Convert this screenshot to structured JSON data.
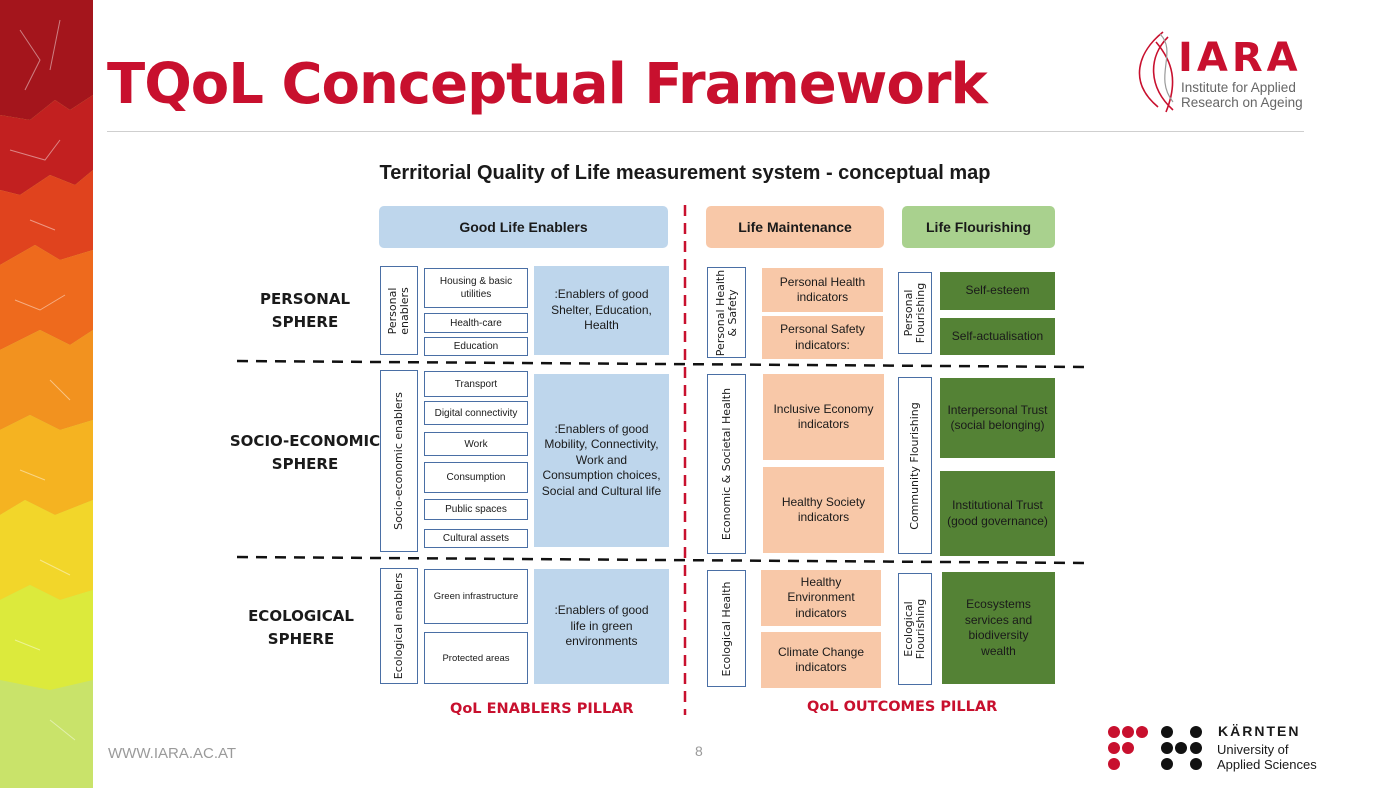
{
  "header": {
    "title": "TQoL Conceptual Framework"
  },
  "logo_iara": {
    "name": "IARA",
    "subtitle_line1": "Institute for Applied",
    "subtitle_line2": "Research on Ageing"
  },
  "diagram": {
    "subtitle": "Territorial Quality of Life measurement system - conceptual map",
    "headers": {
      "enablers": "Good Life Enablers",
      "maintenance": "Life Maintenance",
      "flourishing": "Life Flourishing"
    },
    "spheres": {
      "personal": {
        "label_line1": "PERSONAL",
        "label_line2": "SPHERE",
        "enabler_vertical": "Personal enablers",
        "enabler_vertical_line1": "Personal",
        "enabler_vertical_line2": "enablers",
        "items": [
          "Housing & basic utilities",
          "Health-care",
          "Education"
        ],
        "enabler_summary": ":Enablers of good Shelter, Education, Health",
        "maintenance_vertical_line1": "Personal Health",
        "maintenance_vertical_line2": "& Safety",
        "maintenance_boxes": [
          "Personal Health indicators",
          "Personal Safety indicators:"
        ],
        "flourishing_vertical_line1": "Personal",
        "flourishing_vertical_line2": "Flourishing",
        "flourishing_boxes": [
          "Self-esteem",
          "Self-actualisation"
        ]
      },
      "socio": {
        "label_line1": "SOCIO-ECONOMIC",
        "label_line2": "SPHERE",
        "enabler_vertical": "Socio-economic enablers",
        "items": [
          "Transport",
          "Digital connectivity",
          "Work",
          "Consumption",
          "Public spaces",
          "Cultural assets"
        ],
        "enabler_summary": ":Enablers of good Mobility, Connectivity, Work and Consumption choices, Social and Cultural life",
        "maintenance_vertical": "Economic & Societal Health",
        "maintenance_boxes": [
          "Inclusive Economy indicators",
          "Healthy Society indicators"
        ],
        "flourishing_vertical": "Community Flourishing",
        "flourishing_boxes": [
          "Interpersonal Trust (social belonging)",
          "Institutional Trust (good governance)"
        ]
      },
      "ecological": {
        "label_line1": "ECOLOGICAL",
        "label_line2": "SPHERE",
        "enabler_vertical": "Ecological enablers",
        "items": [
          "Green infrastructure",
          "Protected areas"
        ],
        "enabler_summary": ":Enablers of good life in green environments",
        "maintenance_vertical": "Ecological Health",
        "maintenance_boxes": [
          "Healthy Environment indicators",
          "Climate Change indicators"
        ],
        "flourishing_vertical_line1": "Ecological",
        "flourishing_vertical_line2": "Flourishing",
        "flourishing_boxes": [
          "Ecosystems services and biodiversity wealth"
        ]
      }
    },
    "pillars": {
      "left": "QoL ENABLERS PILLAR",
      "right": "QoL OUTCOMES PILLAR"
    }
  },
  "footer": {
    "url": "WWW.IARA.AC.AT",
    "page_number": "8",
    "fh_title": "KÄRNTEN",
    "fh_sub_line1": "University of",
    "fh_sub_line2": "Applied Sciences"
  },
  "colors": {
    "brand_red": "#c8102e",
    "enabler_blue": "#bed6ec",
    "maintenance_peach": "#f8c8a8",
    "flourishing_light_green": "#a9d18e",
    "flourishing_dark_green": "#548235"
  }
}
